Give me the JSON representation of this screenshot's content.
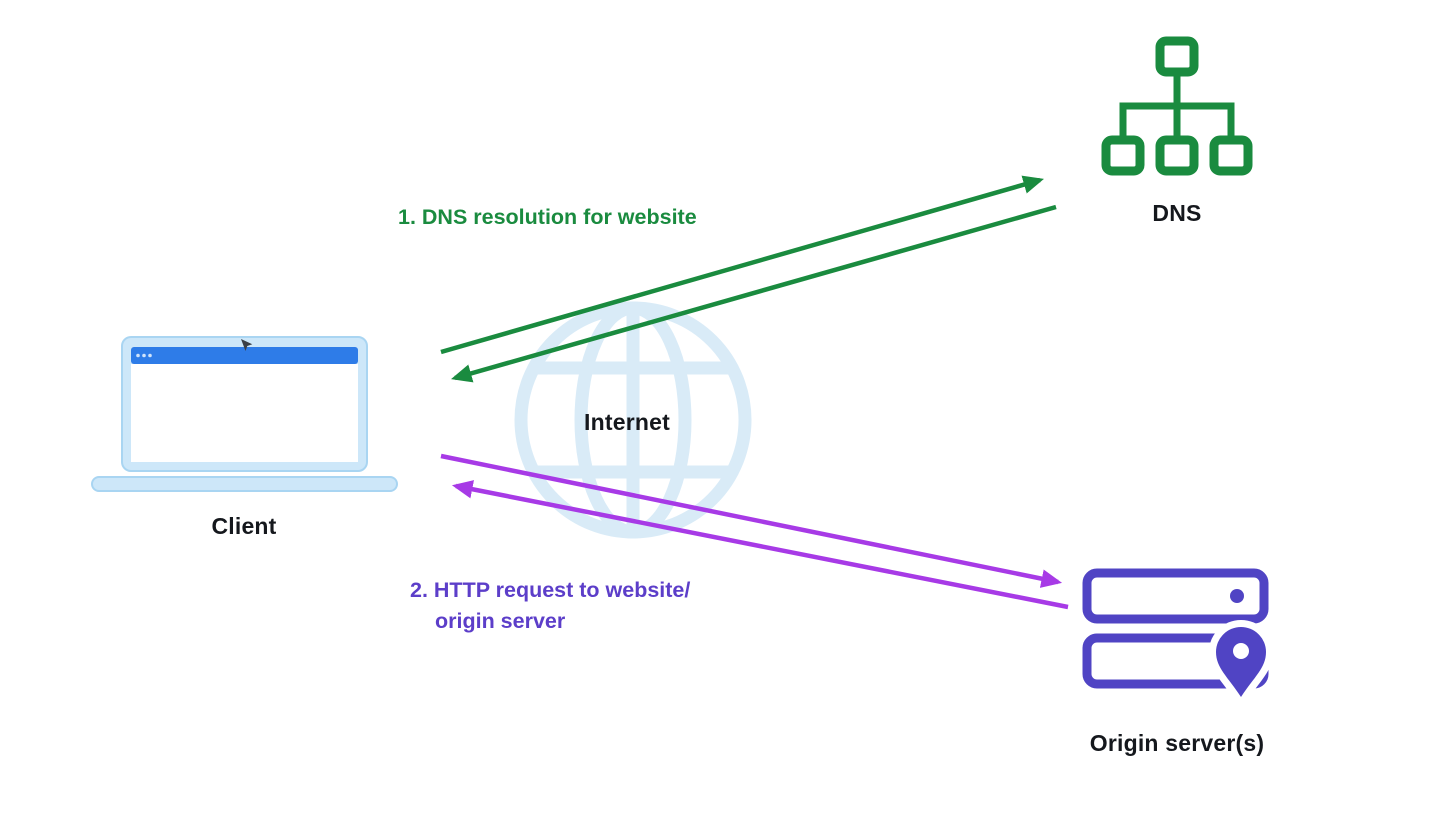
{
  "nodes": {
    "client": "Client",
    "dns": "DNS",
    "internet": "Internet",
    "origin": "Origin server(s)"
  },
  "steps": {
    "dns_resolution": "1. DNS resolution for website",
    "http_request_line1": "2. HTTP request to website/",
    "http_request_line2": "origin server"
  },
  "colors": {
    "green": "#1a8b3f",
    "arrow_purple": "#a73ae6",
    "server_indigo": "#5044c4",
    "step2_purple": "#5c3ec9",
    "globe_blue": "#d9ebf7",
    "laptop_light_blue": "#cde7f9",
    "laptop_bar_blue": "#2e7ce8"
  }
}
